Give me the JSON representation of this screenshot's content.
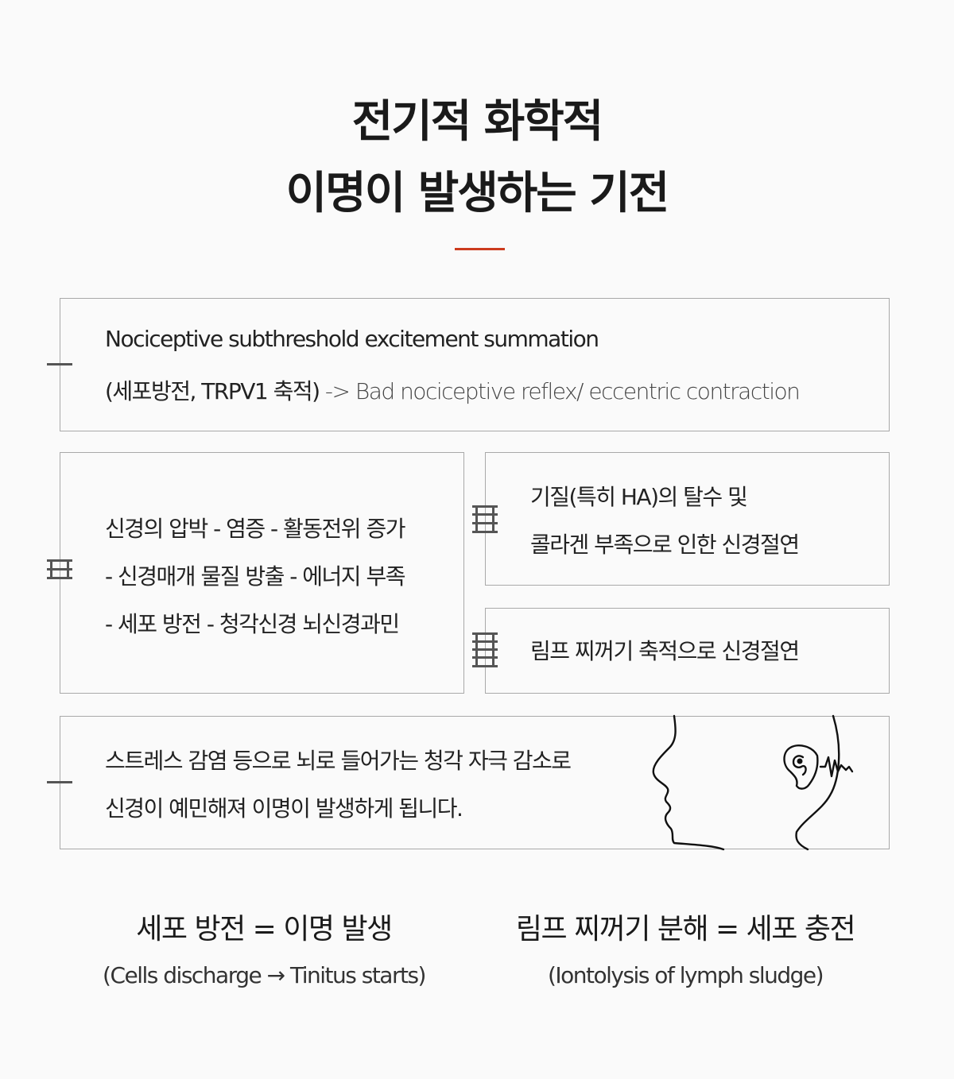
{
  "header": {
    "title_line1": "전기적 화학적",
    "title_line2": "이명이 발생하는 기전",
    "accent_color": "#cc3b1e"
  },
  "box1": {
    "line1": "Nociceptive subthreshold excitement summation",
    "line2_strong": "(세포방전, TRPV1 축적)",
    "line2_light": " -> Bad nociceptive reflex/ eccentric contraction"
  },
  "box2": {
    "line1": "신경의 압박 - 염증 - 활동전위 증가",
    "line2": "- 신경매개 물질 방출 - 에너지 부족",
    "line3": "- 세포 방전 - 청각신경 뇌신경과민"
  },
  "box3": {
    "line1": "기질(특히 HA)의 탈수 및",
    "line2": "콜라겐 부족으로 인한 신경절연"
  },
  "box4": {
    "line1": "림프 찌꺼기 축적으로 신경절연"
  },
  "box5": {
    "line1": "스트레스 감염 등으로 뇌로 들어가는 청각 자극 감소로",
    "line2": "신경이 예민해져 이명이 발생하게 됩니다.",
    "illustration_icon": "head-ear-sound-wave-icon"
  },
  "bottom": {
    "left_title": "세포 방전 = 이명 발생",
    "left_sub": "(Cells discharge → Tinitus starts)",
    "right_title": "림프 찌꺼기 분해 = 세포 충전",
    "right_sub": "(Iontolysis of lymph sludge)"
  }
}
